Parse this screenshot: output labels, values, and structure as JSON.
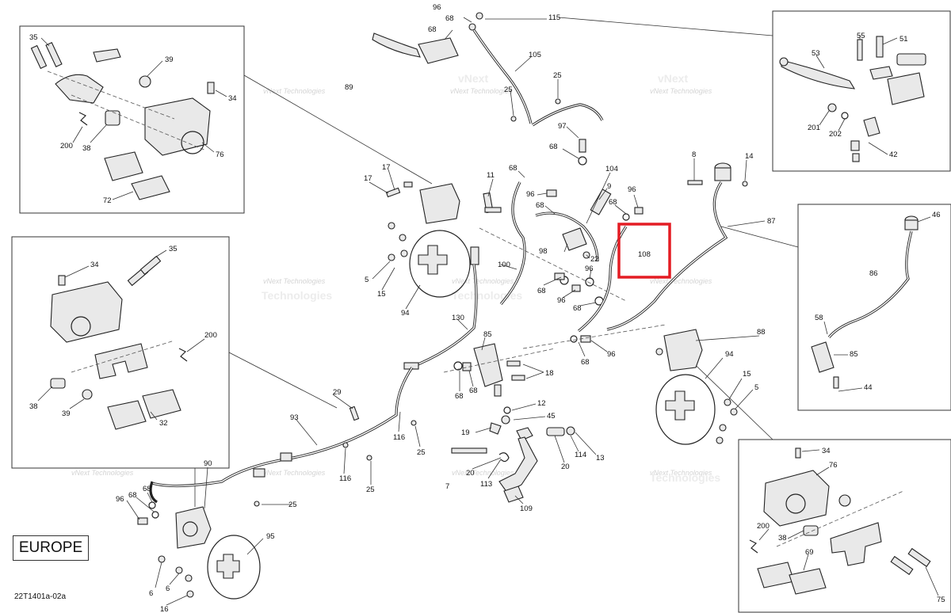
{
  "region_label": "EUROPE",
  "reference_code": "22T1401a-02a",
  "watermark": {
    "line1": "vNext Technologies",
    "line2": "vNext",
    "line3": "Technologies"
  },
  "highlight_color": "#e41c23",
  "callouts": {
    "c96a": "96",
    "c68a": "68",
    "c115": "115",
    "c68b": "68",
    "c105": "105",
    "c25a": "25",
    "c25b": "25",
    "c97": "97",
    "c68c": "68",
    "c89": "89",
    "c35a": "35",
    "c39a": "39",
    "c34a": "34",
    "c200a": "200",
    "c38a": "38",
    "c76a": "76",
    "c72": "72",
    "c55": "55",
    "c51": "51",
    "c53": "53",
    "c201": "201",
    "c202": "202",
    "c42": "42",
    "c8": "8",
    "c14": "14",
    "c87": "87",
    "c104": "104",
    "c9": "9",
    "c96b": "96",
    "c68d": "68",
    "c108": "108",
    "c22": "22",
    "c98": "98",
    "c68e": "68",
    "c96c": "96",
    "c68f": "68",
    "c96d": "96",
    "c11": "11",
    "c68g": "68",
    "c96e": "96",
    "c68h": "68",
    "c100": "100",
    "c17a": "17",
    "c17b": "17",
    "c5a": "5",
    "c15a": "15",
    "c94a": "94",
    "c130": "130",
    "c85a": "85",
    "c18": "18",
    "c68i": "68",
    "c68j": "68",
    "c96f": "96",
    "c68k": "68",
    "c34b": "34",
    "c35b": "35",
    "c200b": "200",
    "c38b": "38",
    "c39b": "39",
    "c32": "32",
    "c46": "46",
    "c86": "86",
    "c58": "58",
    "c85b": "85",
    "c44": "44",
    "c88": "88",
    "c94b": "94",
    "c15b": "15",
    "c5b": "5",
    "c29": "29",
    "c93": "93",
    "c116a": "116",
    "c25c": "25",
    "c116b": "116",
    "c25d": "25",
    "c12": "12",
    "c45": "45",
    "c19": "19",
    "c20a": "20",
    "c114": "114",
    "c13": "13",
    "c20b": "20",
    "c7": "7",
    "c113": "113",
    "c109": "109",
    "c90": "90",
    "c68l": "68",
    "c96g": "96",
    "c68m": "68",
    "c25e": "25",
    "c95": "95",
    "c6a": "6",
    "c6b": "6",
    "c16": "16",
    "c34c": "34",
    "c76b": "76",
    "c200c": "200",
    "c38c": "38",
    "c69": "69",
    "c75": "75"
  }
}
